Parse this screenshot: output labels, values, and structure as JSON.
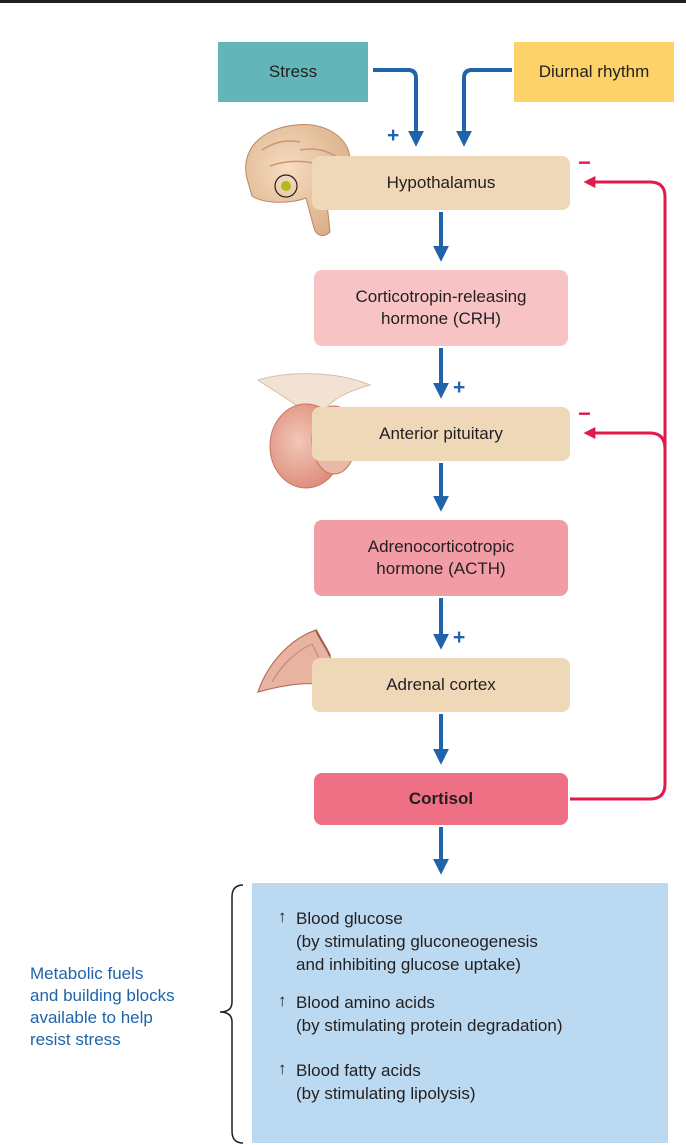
{
  "inputs": {
    "stress": "Stress",
    "diurnal": "Diurnal rhythm"
  },
  "steps": {
    "hypothalamus": "Hypothalamus",
    "crh_line1": "Corticotropin-releasing",
    "crh_line2": "hormone (CRH)",
    "anterior_pituitary": "Anterior pituitary",
    "acth_line1": "Adrenocorticotropic",
    "acth_line2": "hormone (ACTH)",
    "adrenal_cortex": "Adrenal cortex",
    "cortisol": "Cortisol"
  },
  "signs": {
    "plus": "+",
    "minus": "−"
  },
  "effects": {
    "arrow": "↑",
    "glucose": [
      "Blood glucose",
      "(by stimulating gluconeogenesis",
      "and inhibiting glucose uptake)"
    ],
    "amino": [
      "Blood amino acids",
      "(by stimulating protein degradation)"
    ],
    "fatty": [
      "Blood fatty acids",
      "(by stimulating lipolysis)"
    ]
  },
  "side_note": [
    "Metabolic fuels",
    "and building blocks",
    "available to help",
    "resist stress"
  ],
  "colors": {
    "stimulatory_arrow": "#1f64aa",
    "inhibitory_arrow": "#e21a4c",
    "stress_box": "#62b5b9",
    "diurnal_box": "#fdd268",
    "organ_box": "#efd8b8",
    "crh_box": "#f8c3c5",
    "acth_box": "#f29ca5",
    "cortisol_box": "#ef7085",
    "effects_box": "#bbdaf1"
  },
  "icons": {
    "brain": "brain-icon",
    "pituitary": "pituitary-gland-icon",
    "adrenal": "adrenal-gland-icon"
  }
}
